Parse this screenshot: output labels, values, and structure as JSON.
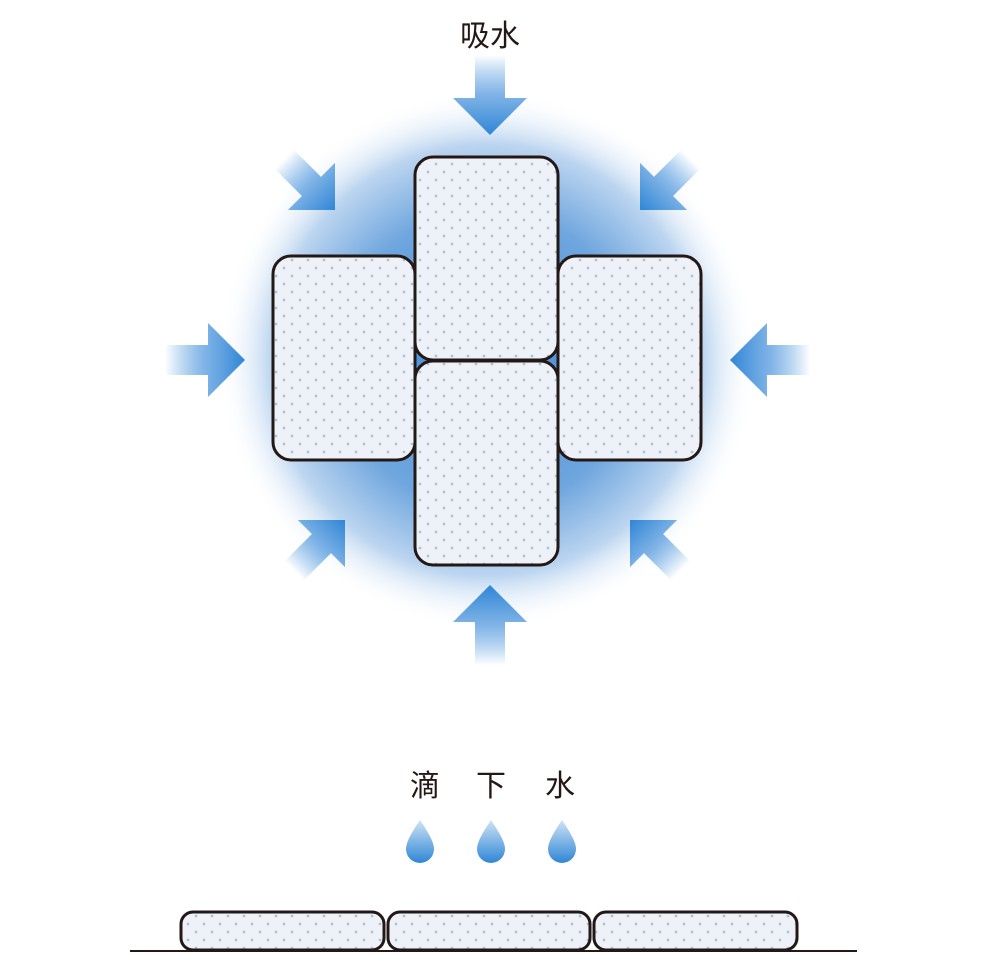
{
  "top_label": "吸水",
  "bottom_labels": [
    "滴",
    "下",
    "水"
  ],
  "colors": {
    "accent": "#2f86d6",
    "block_fill": "#eef2f8",
    "dot": "#a9c5da",
    "outline": "#231815"
  }
}
